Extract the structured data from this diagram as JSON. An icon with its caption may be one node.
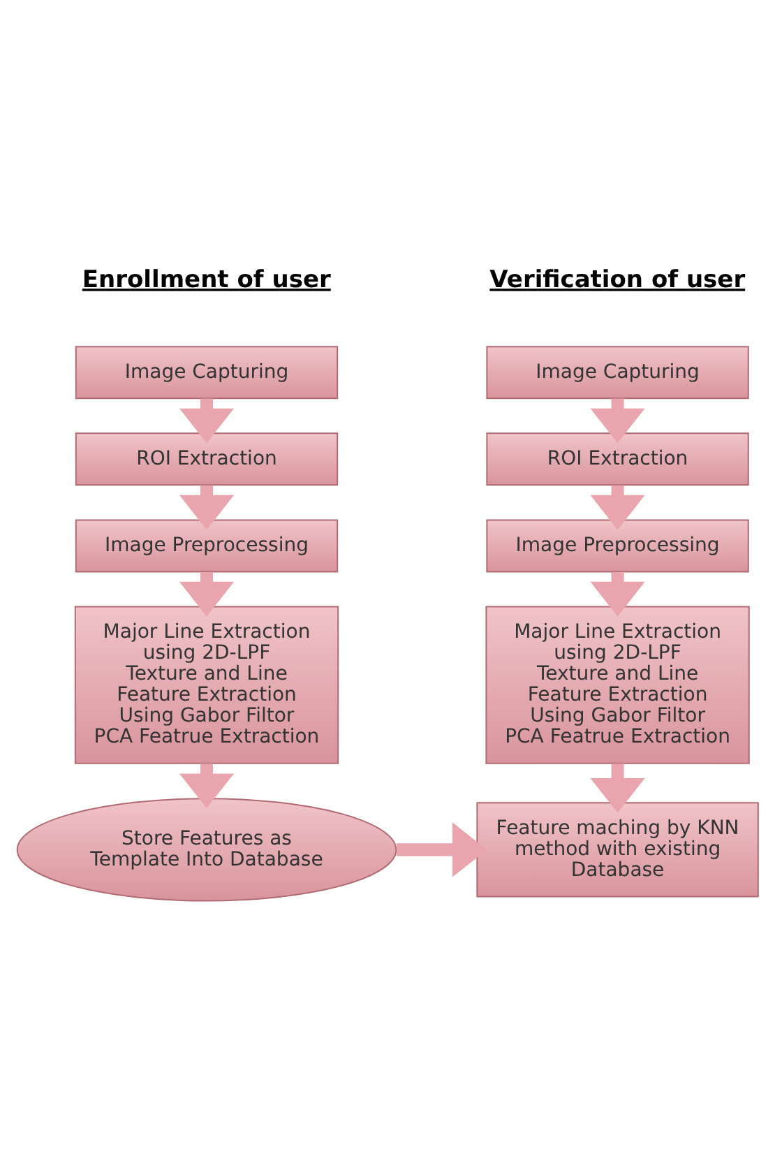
{
  "diagram": {
    "nodes": [
      {
        "text": [
          "Image Capturing"
        ]
      },
      {
        "text": [
          "ROI Extraction"
        ]
      },
      {
        "text": [
          "Image Preprocessing"
        ]
      },
      {
        "text": [
          "Major Line Extraction using 2D-LPF",
          "Texture and Line Feature Extraction Using Gabor Filtor",
          "PCA Featrue Extraction"
        ]
      },
      {
        "text": [
          "Store Features as Template Into Database"
        ]
      },
      {
        "text": [
          "Image Capturing"
        ]
      },
      {
        "text": [
          "ROI Extraction"
        ]
      },
      {
        "text": [
          "Image Preprocessing"
        ]
      },
      {
        "text": [
          "Major Line Extraction using 2D-LPF",
          "Texture and Line Feature Extraction Using Gabor Filtor",
          "PCA Featrue Extraction"
        ]
      },
      {
        "text": [
          "Feature maching by KNN method with existing  Database"
        ]
      }
    ],
    "edges": [
      {
        "from": 0,
        "to": 1,
        "arrow": "to"
      },
      {
        "from": 1,
        "to": 2,
        "arrow": "to"
      },
      {
        "from": 2,
        "to": 3,
        "arrow": "to"
      },
      {
        "from": 3,
        "to": 4,
        "arrow": "to"
      },
      {
        "from": 5,
        "to": 6,
        "arrow": "to"
      },
      {
        "from": 6,
        "to": 7,
        "arrow": "to"
      },
      {
        "from": 7,
        "to": 8,
        "arrow": "to"
      },
      {
        "from": 8,
        "to": 9,
        "arrow": "to"
      },
      {
        "from": 4,
        "to": 9,
        "arrow": "to"
      }
    ],
    "labels": [
      "Enrollment of user",
      "Verification of user"
    ]
  }
}
